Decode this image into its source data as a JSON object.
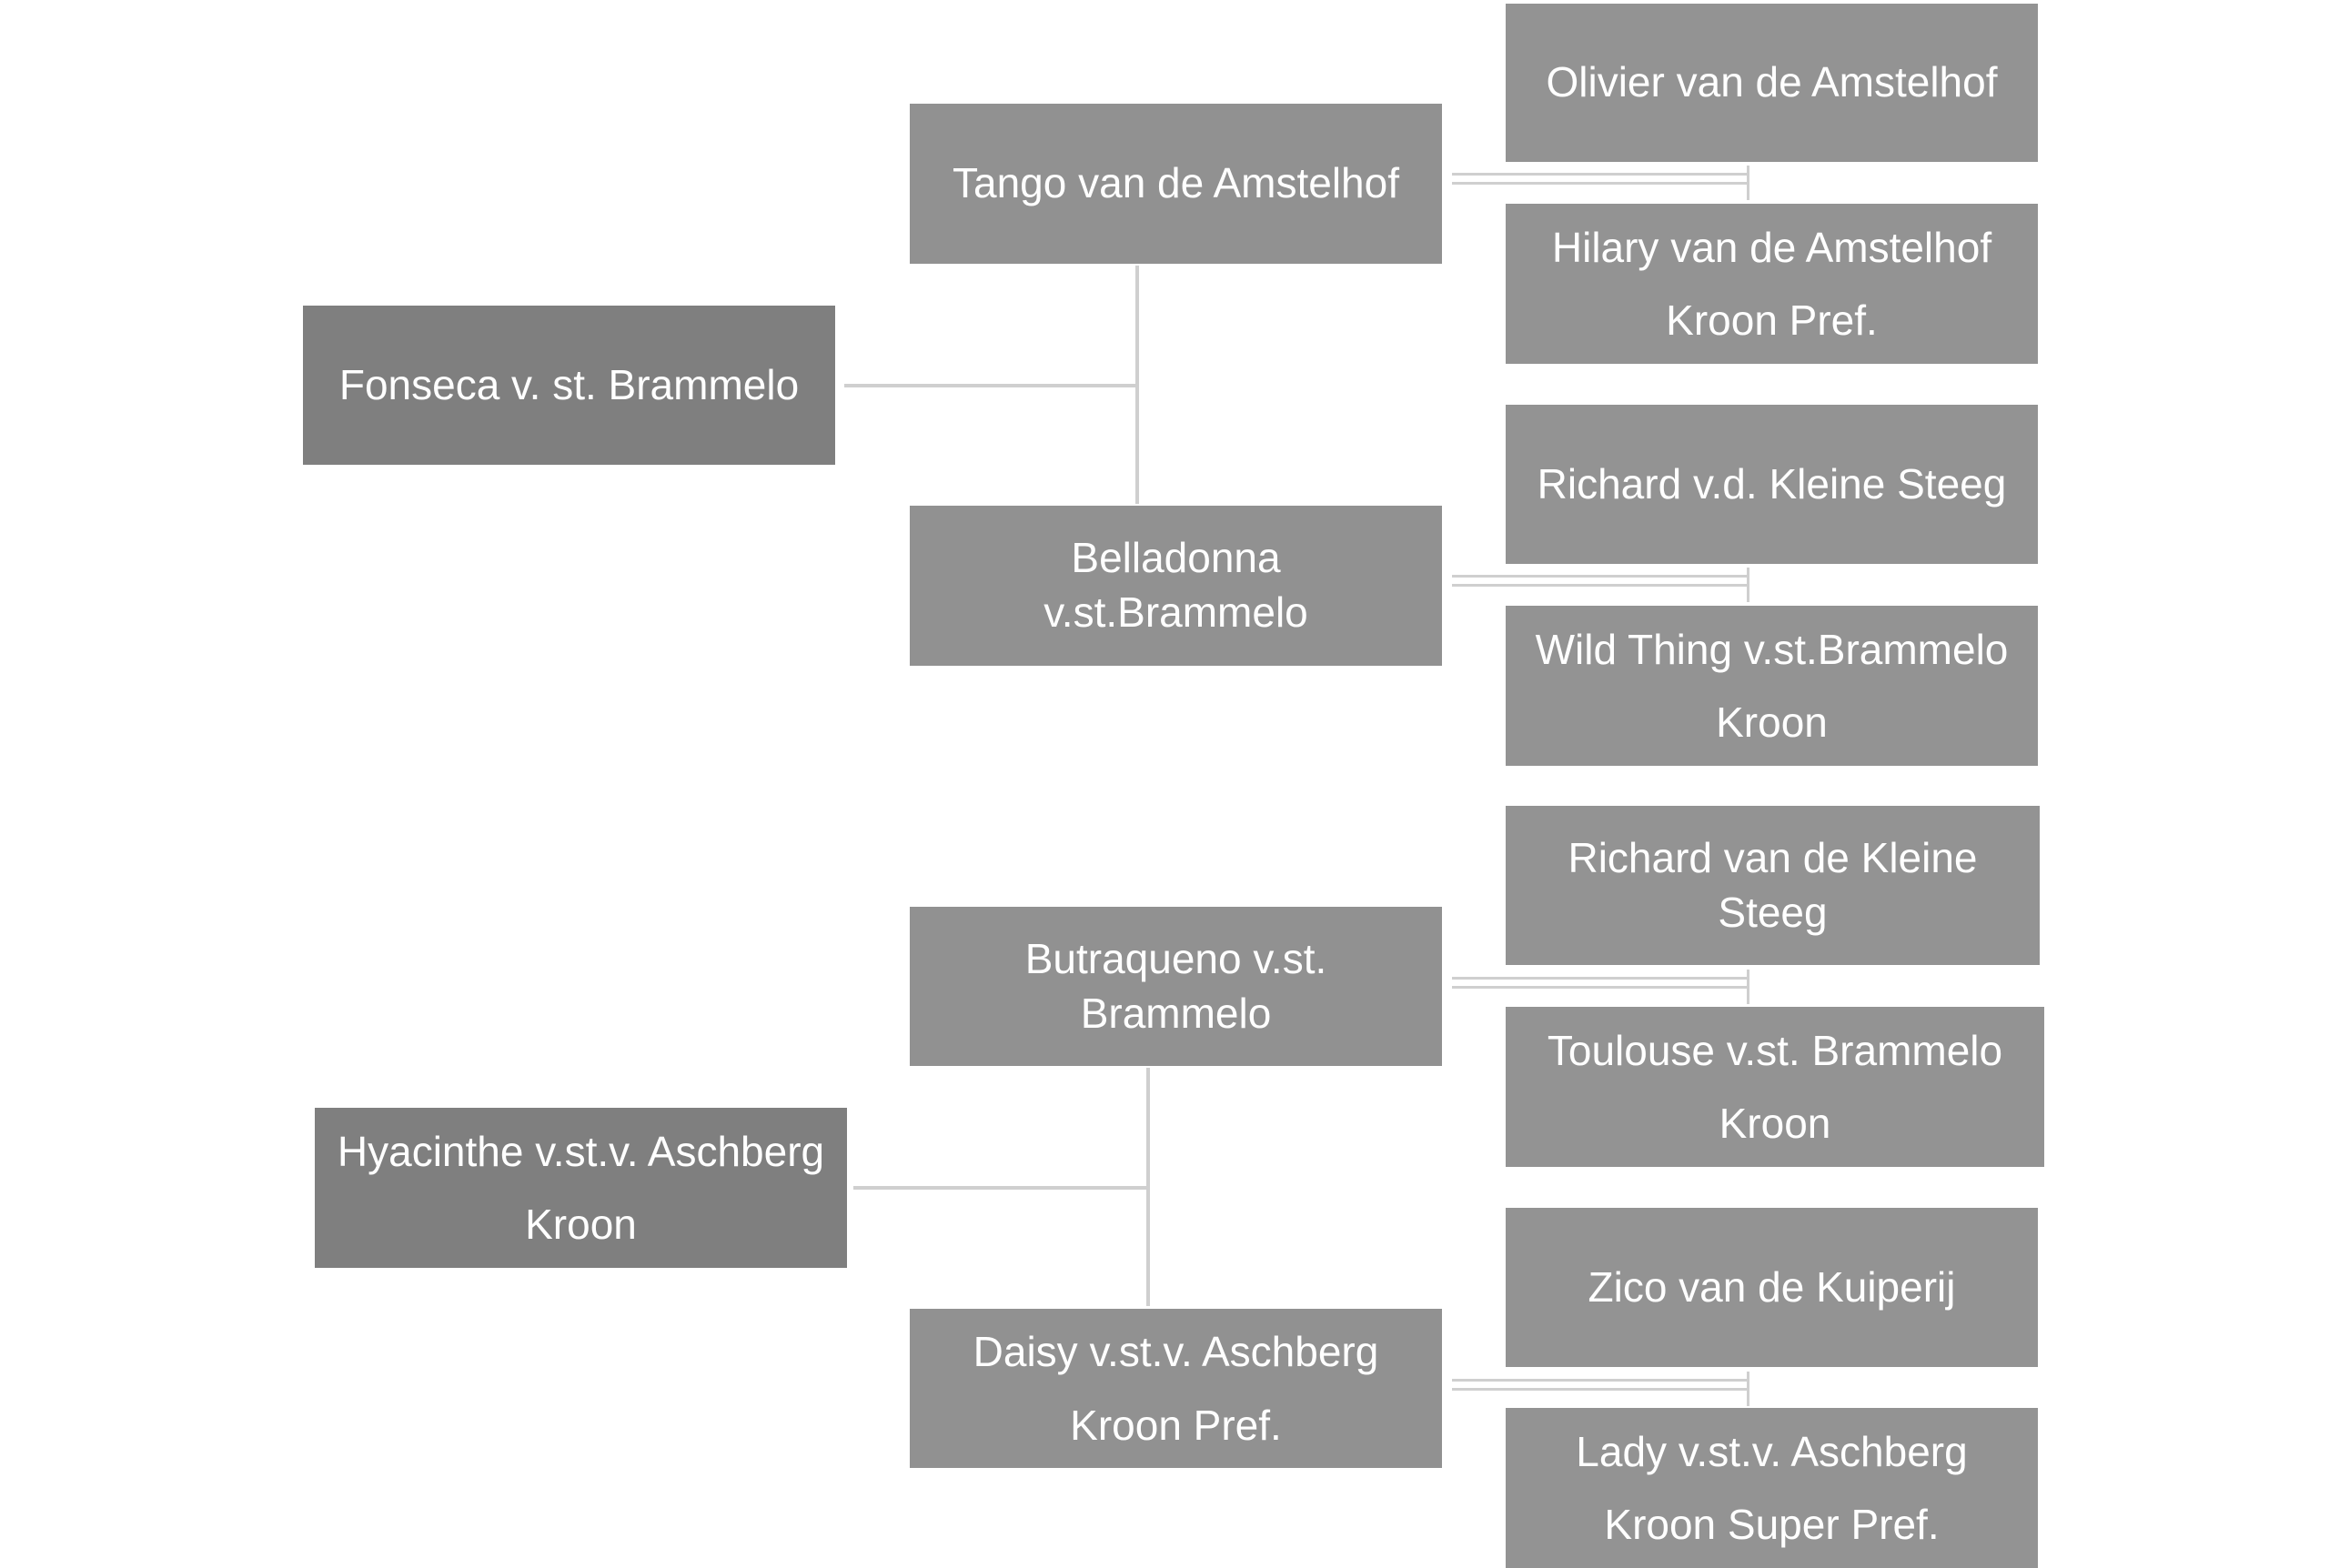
{
  "pedigrees": [
    {
      "root": {
        "lines": [
          "Fonseca v. st. Brammelo"
        ]
      },
      "parents": [
        {
          "lines": [
            "Tango van de Amstelhof"
          ],
          "grandparents": [
            {
              "lines": [
                "Olivier van de Amstelhof"
              ]
            },
            {
              "lines": [
                "Hilary van de Amstelhof",
                "Kroon Pref."
              ]
            }
          ]
        },
        {
          "lines": [
            "Belladonna",
            "v.st.Brammelo"
          ],
          "grandparents": [
            {
              "lines": [
                "Richard v.d. Kleine Steeg"
              ]
            },
            {
              "lines": [
                "Wild Thing v.st.Brammelo",
                "Kroon"
              ]
            }
          ]
        }
      ]
    },
    {
      "root": {
        "lines": [
          "Hyacinthe v.st.v. Aschberg",
          "Kroon"
        ]
      },
      "parents": [
        {
          "lines": [
            "Butraqueno v.st.",
            "Brammelo"
          ],
          "grandparents": [
            {
              "lines": [
                "Richard van de Kleine",
                "Steeg"
              ]
            },
            {
              "lines": [
                "Toulouse v.st. Brammelo",
                "Kroon"
              ]
            }
          ]
        },
        {
          "lines": [
            "Daisy v.st.v. Aschberg",
            "Kroon Pref."
          ],
          "grandparents": [
            {
              "lines": [
                "Zico van de Kuiperij"
              ]
            },
            {
              "lines": [
                "Lady v.st.v. Aschberg",
                "Kroon Super Pref."
              ]
            }
          ]
        }
      ]
    }
  ],
  "colors": {
    "root_box": "#7f7f7f",
    "parent_box": "#919191",
    "grandparent_box": "#939393",
    "connector": "#cfcfcf",
    "text": "#ffffff"
  }
}
